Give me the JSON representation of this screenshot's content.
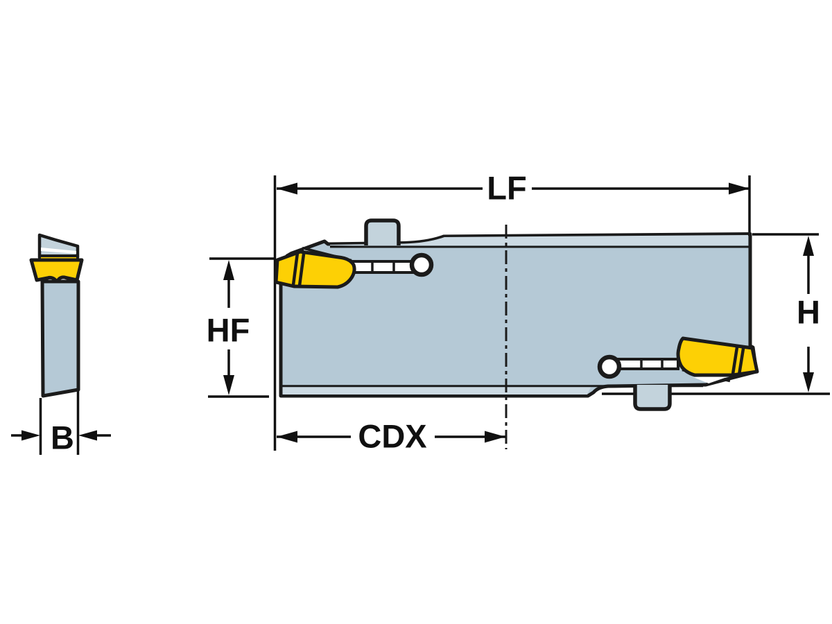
{
  "labels": {
    "lf": "LF",
    "hf": "HF",
    "h": "H",
    "cdx": "CDX",
    "b": "B"
  },
  "colors": {
    "background": "#ffffff",
    "body": "#b5c9d6",
    "band": "#ccdae3",
    "insert": "#fdd005",
    "boss": "#c3d3dc",
    "outline": "#1b1b1b",
    "dim": "#101010"
  }
}
